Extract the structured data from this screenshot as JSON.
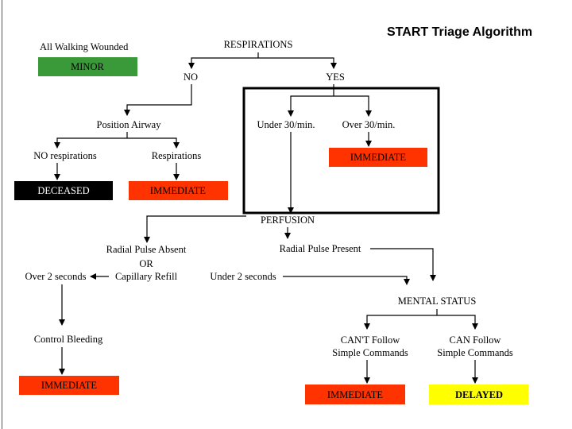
{
  "title": "START Triage Algorithm",
  "colors": {
    "minor": "#3a9a3a",
    "immediate": "#ff3300",
    "deceased": "#000000",
    "delayed": "#ffff00"
  },
  "nodes": {
    "walking": "All Walking Wounded",
    "minor": "MINOR",
    "respirations": "RESPIRATIONS",
    "no": "NO",
    "yes": "YES",
    "position_airway": "Position Airway",
    "no_respirations": "NO respirations",
    "respirations_sub": "Respirations",
    "deceased": "DECEASED",
    "immediate_airway": "IMMEDIATE",
    "under30": "Under 30/min.",
    "over30": "Over 30/min.",
    "immediate_resp": "IMMEDIATE",
    "perfusion": "PERFUSION",
    "radial_absent": "Radial Pulse Absent",
    "or": "OR",
    "capillary_refill": "Capillary Refill",
    "over2": "Over 2 seconds",
    "under2": "Under 2 seconds",
    "radial_present": "Radial Pulse Present",
    "control_bleeding": "Control Bleeding",
    "immediate_perf": "IMMEDIATE",
    "mental_status": "MENTAL STATUS",
    "cant_follow_1": "CAN'T Follow",
    "cant_follow_2": "Simple Commands",
    "can_follow_1": "CAN Follow",
    "can_follow_2": "Simple Commands",
    "immediate_mental": "IMMEDIATE",
    "delayed": "DELAYED"
  }
}
